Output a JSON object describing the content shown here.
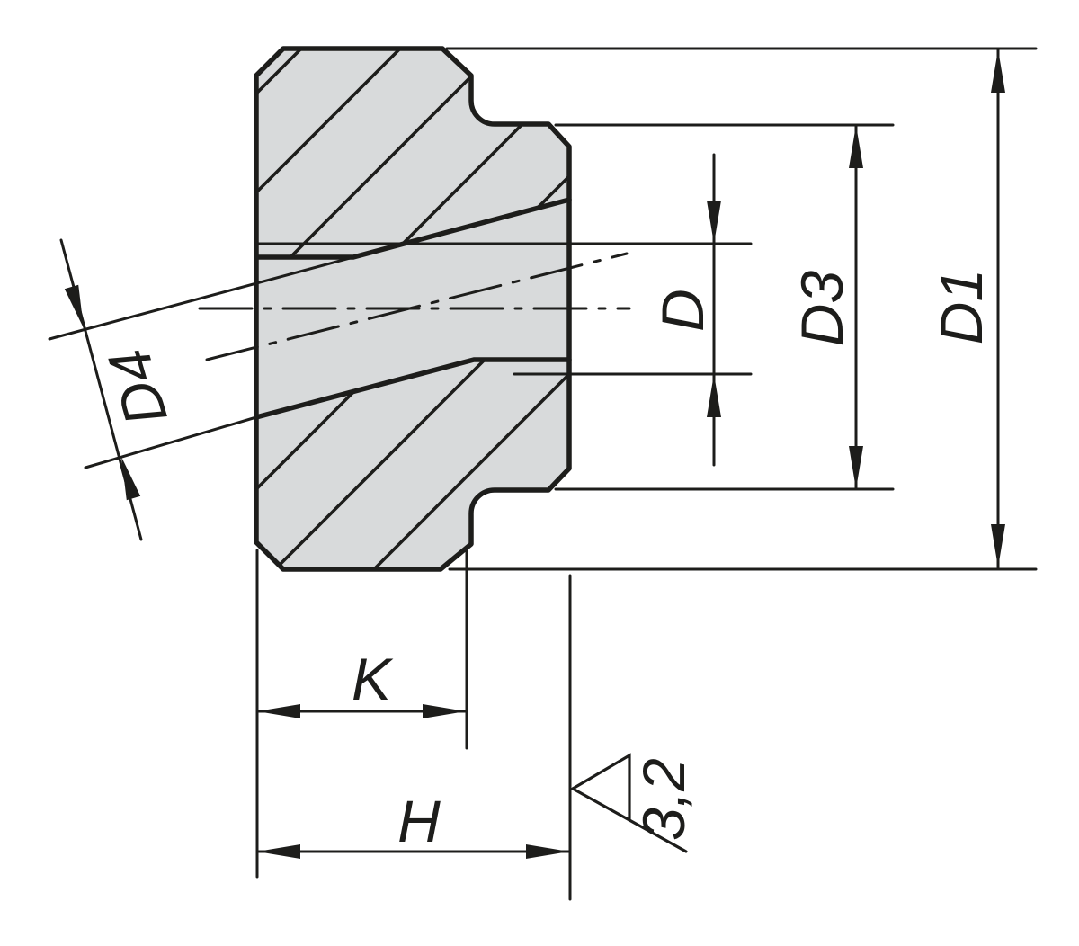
{
  "drawing": {
    "kind": "technical-section-drawing",
    "labels": {
      "d4": "D4",
      "d": "D",
      "d3": "D3",
      "d1": "D1",
      "k": "K",
      "h": "H"
    },
    "surface_finish": {
      "roughness_value": "3,2"
    },
    "colors": {
      "line": "#1d1d1b",
      "fill": "#d8dadb",
      "background": "#ffffff"
    }
  }
}
